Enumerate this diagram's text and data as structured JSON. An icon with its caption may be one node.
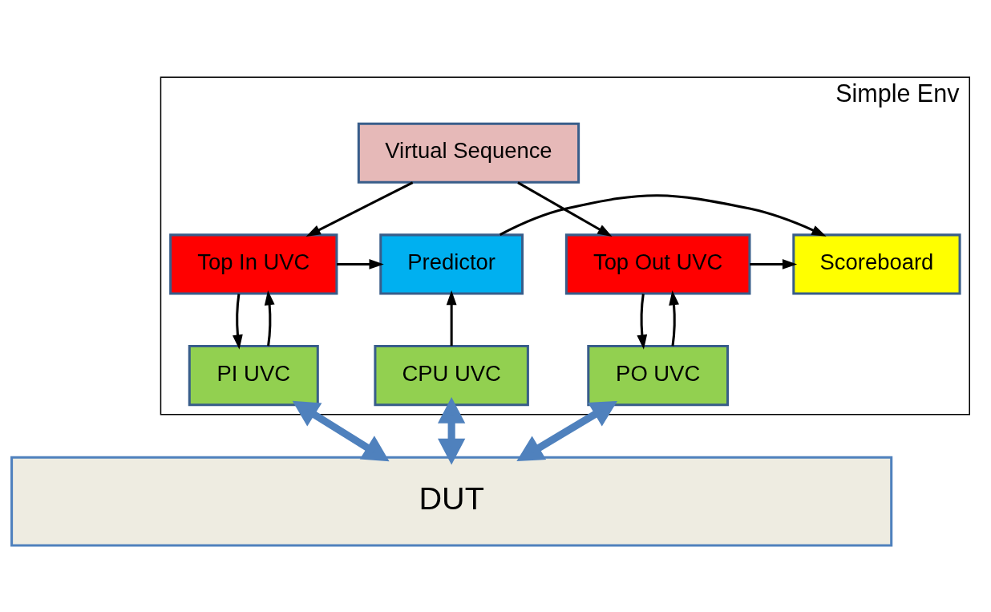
{
  "diagram": {
    "nodes": [
      {
        "text": [
          "Simple Env"
        ]
      },
      {
        "text": [
          "Virtual Sequence"
        ],
        "in": 0
      },
      {
        "text": [
          "Top In UVC"
        ],
        "in": 0
      },
      {
        "text": [
          "Predictor"
        ],
        "in": 0
      },
      {
        "text": [
          "Scoreboard"
        ],
        "in": 0
      },
      {
        "text": [
          "Top Out UVC"
        ],
        "in": 0
      },
      {
        "text": [
          "PI UVC"
        ],
        "in": 0
      },
      {
        "text": [
          "CPU UVC"
        ],
        "in": 0
      },
      {
        "text": [
          "PO UVC"
        ],
        "in": 0
      },
      {
        "text": [
          "DUT"
        ]
      }
    ],
    "edges": [
      {
        "from": 1,
        "to": 2,
        "arrow": "to"
      },
      {
        "from": 1,
        "to": 5,
        "arrow": "to"
      },
      {
        "from": 2,
        "to": 3,
        "arrow": "to"
      },
      {
        "from": 3,
        "to": 4,
        "arrow": "to"
      },
      {
        "from": 5,
        "to": 4,
        "arrow": "to"
      },
      {
        "from": 2,
        "to": 6,
        "arrow": "to"
      },
      {
        "from": 6,
        "to": 2,
        "arrow": "to"
      },
      {
        "from": 5,
        "to": 8,
        "arrow": "to"
      },
      {
        "from": 8,
        "to": 5,
        "arrow": "to"
      },
      {
        "from": 7,
        "to": 3,
        "arrow": "to"
      },
      {
        "from": 6,
        "to": 9,
        "arrow": "both",
        "style": "thick",
        "color": "#4f81bd"
      },
      {
        "from": 7,
        "to": 9,
        "arrow": "both",
        "style": "thick",
        "color": "#4f81bd"
      },
      {
        "from": 8,
        "to": 9,
        "arrow": "both",
        "style": "thick",
        "color": "#4f81bd"
      }
    ]
  }
}
